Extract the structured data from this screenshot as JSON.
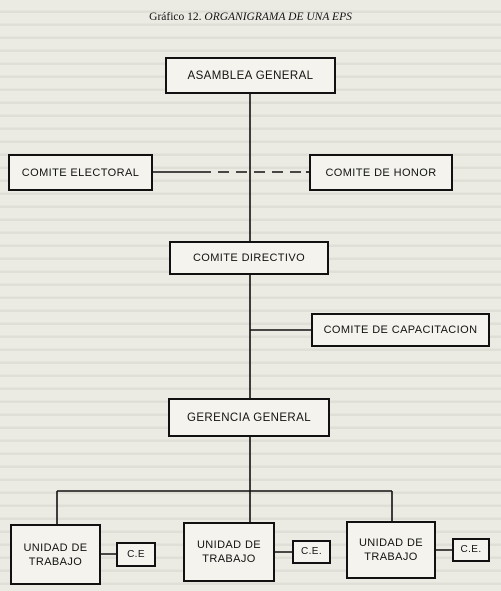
{
  "title": {
    "prefix": "Gráfico 12.",
    "main": "ORGANIGRAMA DE UNA EPS"
  },
  "nodes": {
    "asamblea": "ASAMBLEA GENERAL",
    "electoral": "COMITE ELECTORAL",
    "honor": "COMITE DE HONOR",
    "directivo": "COMITE DIRECTIVO",
    "capacitacion": "COMITE DE CAPACITACION",
    "gerencia": "GERENCIA GENERAL",
    "unidades": [
      {
        "label": "UNIDAD DE TRABAJO",
        "ce": "C.E"
      },
      {
        "label": "UNIDAD DE TRABAJO",
        "ce": "C.E."
      },
      {
        "label": "UNIDAD DE TRABAJO",
        "ce": "C.E."
      }
    ]
  },
  "colors": {
    "line": "#111111",
    "paper": "#ecebe3"
  }
}
